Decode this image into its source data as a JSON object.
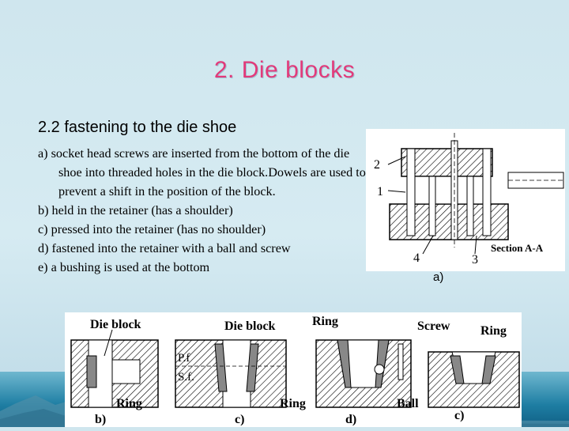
{
  "slide": {
    "title": "2. Die blocks",
    "subtitle": "2.2 fastening to the die shoe",
    "items": [
      "a)  socket head screws are inserted from the bottom of the die shoe into threaded holes in the die block.Dowels are used to prevent a shift in the position of the block.",
      "b)  held in the retainer (has a shoulder)",
      "c)  pressed into the retainer (has no shoulder)",
      "d) fastened into the retainer with a ball and screw",
      "e) a bushing is used at the bottom"
    ]
  },
  "figure_a": {
    "labels": {
      "n2": "2",
      "n1": "1",
      "n4": "4",
      "n3": "3",
      "section": "Section A-A"
    },
    "caption": "a)"
  },
  "figure_bottom": {
    "labels": {
      "die_block_1": "Die block",
      "die_block_2": "Die block",
      "ring_1": "Ring",
      "ring_2": "Ring",
      "ring_3": "Ring",
      "ring_4": "Ring",
      "screw": "Screw",
      "pf": "P.f",
      "sf": "S.f.",
      "ball": "Ball",
      "b": "b)",
      "c1": "c)",
      "d": "d)",
      "c2": "c)"
    }
  },
  "colors": {
    "title": "#e23a7a",
    "background": "#d6ebf2",
    "band": "#1e7ea3"
  }
}
